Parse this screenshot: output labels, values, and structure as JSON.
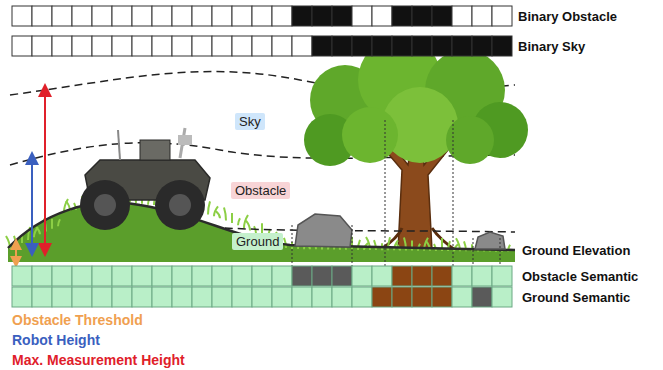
{
  "diagram": {
    "nodes": [
      {
        "text": [
          "Sky"
        ]
      },
      {
        "text": [
          "Obstacle"
        ]
      },
      {
        "text": [
          "Ground"
        ]
      }
    ],
    "labels": [
      "Binary Obstacle",
      "Binary Sky",
      "Ground Elevation",
      "Obstacle Semantic",
      "Ground Semantic"
    ],
    "legend": [
      {
        "text": "Obstacle Threshold"
      },
      {
        "text": "Robot Height"
      },
      {
        "text": "Max. Measurement Height"
      }
    ]
  }
}
